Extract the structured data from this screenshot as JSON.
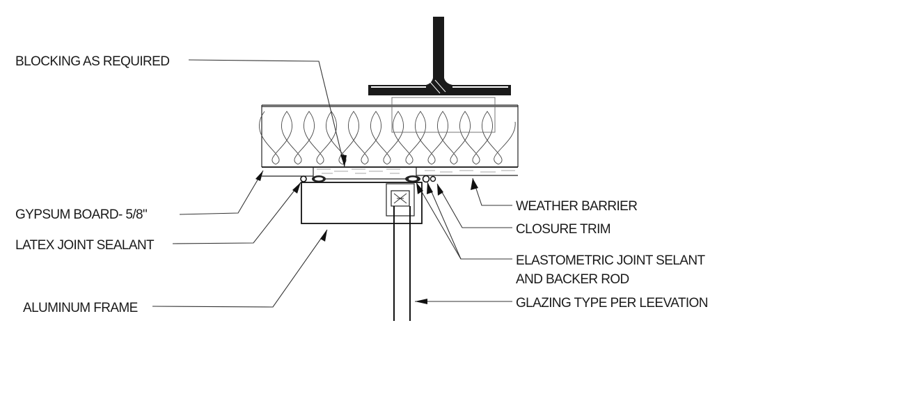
{
  "labels": {
    "blocking": "BLOCKING AS REQUIRED",
    "gypsum": "GYPSUM BOARD- 5/8\"",
    "latex": "LATEX JOINT SEALANT",
    "aluminum": "ALUMINUM FRAME",
    "weather": "WEATHER BARRIER",
    "closure": "CLOSURE TRIM",
    "elasto_line1": "ELASTOMETRIC JOINT SELANT",
    "elasto_line2": "AND BACKER ROD",
    "glazing": "GLAZING TYPE PER LEEVATION"
  },
  "colors": {
    "ink": "#111111",
    "leader": "#333333",
    "steel": "#1a1a1a"
  }
}
